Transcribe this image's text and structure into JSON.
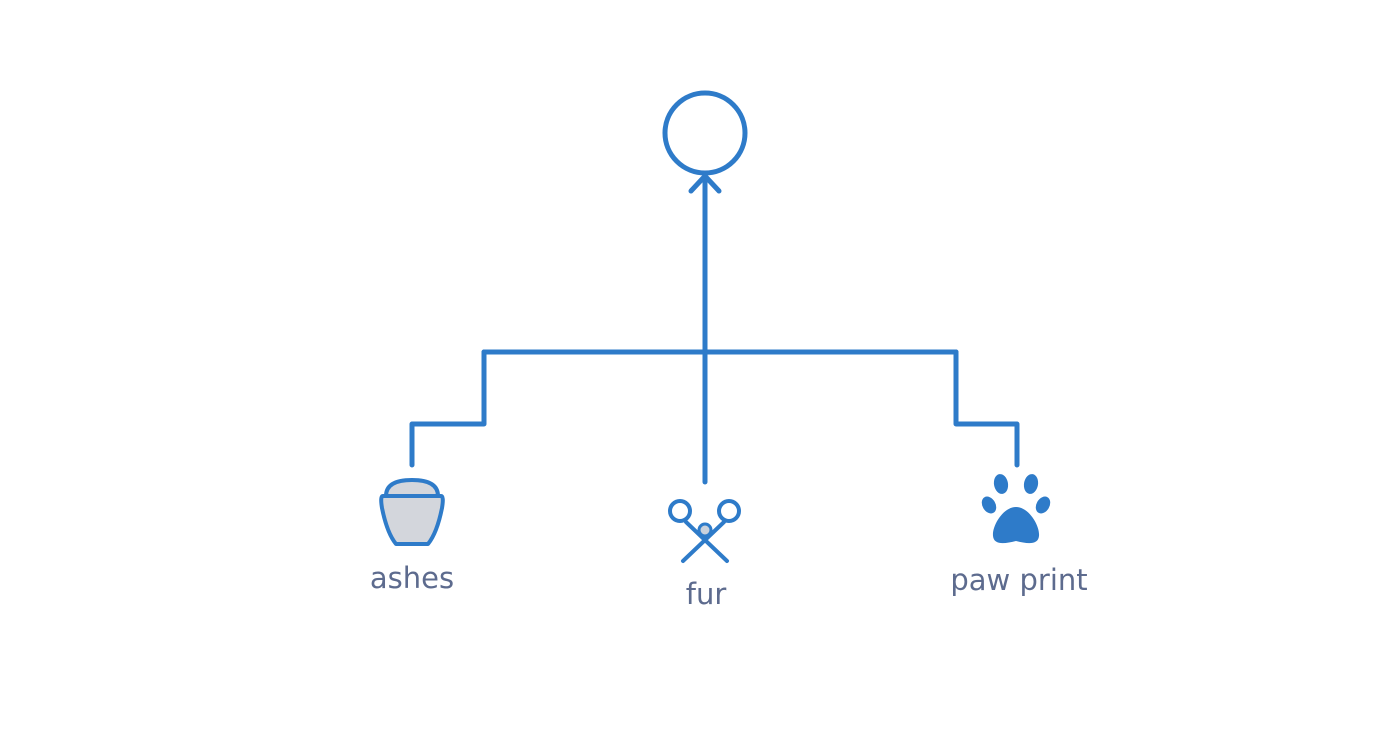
{
  "diagram": {
    "nodes": [
      {
        "id": "root",
        "label": ""
      },
      {
        "id": "ashes",
        "label": "ashes",
        "icon": "urn-icon"
      },
      {
        "id": "fur",
        "label": "fur",
        "icon": "scissors-icon"
      },
      {
        "id": "paw",
        "label": "paw print",
        "icon": "paw-print-icon"
      }
    ]
  },
  "colors": {
    "line": "#2e7bc9",
    "label": "#5d6b8e",
    "urn_fill": "#d3d6dc",
    "background": "#ffffff"
  }
}
